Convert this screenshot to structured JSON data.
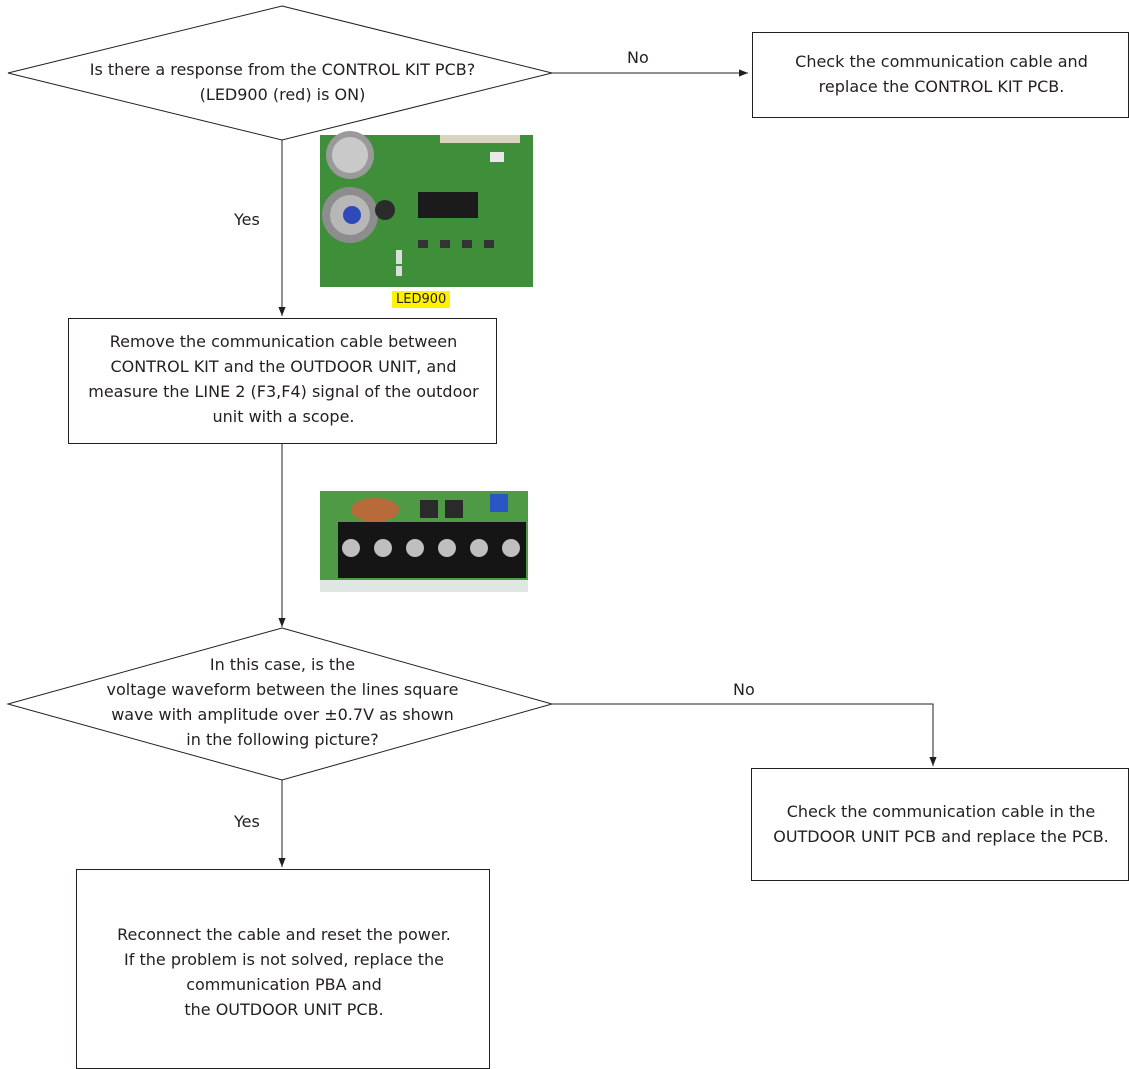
{
  "decision1": {
    "line1": "Is there a response from the CONTROL KIT PCB?",
    "line2": "(LED900 (red) is ON)"
  },
  "edge_no_1": "No",
  "box_check_control": {
    "line1": "Check the communication cable and",
    "line2": "replace the CONTROL KIT PCB."
  },
  "edge_yes_1": "Yes",
  "photo1": {
    "callout": "LED900",
    "icon": "pcb-photo-icon"
  },
  "box_remove_cable": {
    "line1": "Remove the communication cable between",
    "line2": "CONTROL KIT and the OUTDOOR UNIT, and",
    "line3": "measure the LINE 2 (F3,F4) signal of the outdoor",
    "line4": "unit with a scope."
  },
  "photo2": {
    "icon": "terminal-block-photo-icon"
  },
  "decision2": {
    "line1": "In this case, is the",
    "line2": "voltage waveform between the lines square",
    "line3": "wave with amplitude over ±0.7V as shown",
    "line4": "in the following picture?"
  },
  "edge_no_2": "No",
  "box_check_outdoor": {
    "line1": "Check the communication cable in the",
    "line2": "OUTDOOR UNIT PCB and replace the PCB."
  },
  "edge_yes_2": "Yes",
  "box_reconnect": {
    "line1": "Reconnect the cable and reset the power.",
    "line2": "If the problem is not solved, replace the",
    "line3": "communication PBA and",
    "line4": "the OUTDOOR UNIT PCB."
  },
  "colors": {
    "line": "#231f20",
    "highlight": "#fff200",
    "pcb": "#3f8f3a"
  }
}
